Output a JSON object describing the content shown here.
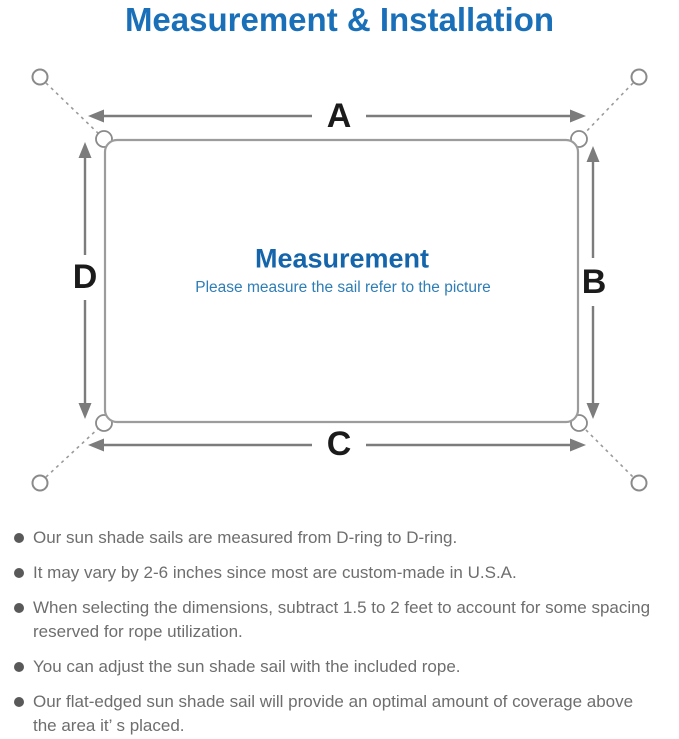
{
  "header": {
    "title": "Measurement & Installation"
  },
  "diagram": {
    "center_title": "Measurement",
    "center_subtitle": "Please measure the sail refer to the picture",
    "dimension_labels": {
      "top": "A",
      "right": "B",
      "bottom": "C",
      "left": "D"
    },
    "colors": {
      "title_blue": "#1a70b8",
      "center_title_blue": "#1465ab",
      "center_subtitle_blue": "#2e7db6",
      "arrow_gray": "#7c7c7c",
      "sail_outline_gray": "#9c9c9c",
      "anchor_circle_gray": "#8a8a8a",
      "dimension_label_black": "#1b1b1b",
      "note_text_gray": "#6e6e6e"
    }
  },
  "notes": {
    "items": [
      {
        "text": "Our sun shade sails are measured from D-ring to D-ring."
      },
      {
        "text": "It may vary by 2-6 inches since most are custom-made in U.S.A."
      },
      {
        "text": "When selecting the dimensions, subtract 1.5 to 2 feet to account for some spacing\nreserved for rope utilization."
      },
      {
        "text": "You can adjust the sun shade sail with the included rope."
      },
      {
        "text": "Our flat-edged sun shade sail will provide an optimal amount of coverage above\nthe area it’ s placed."
      }
    ]
  }
}
